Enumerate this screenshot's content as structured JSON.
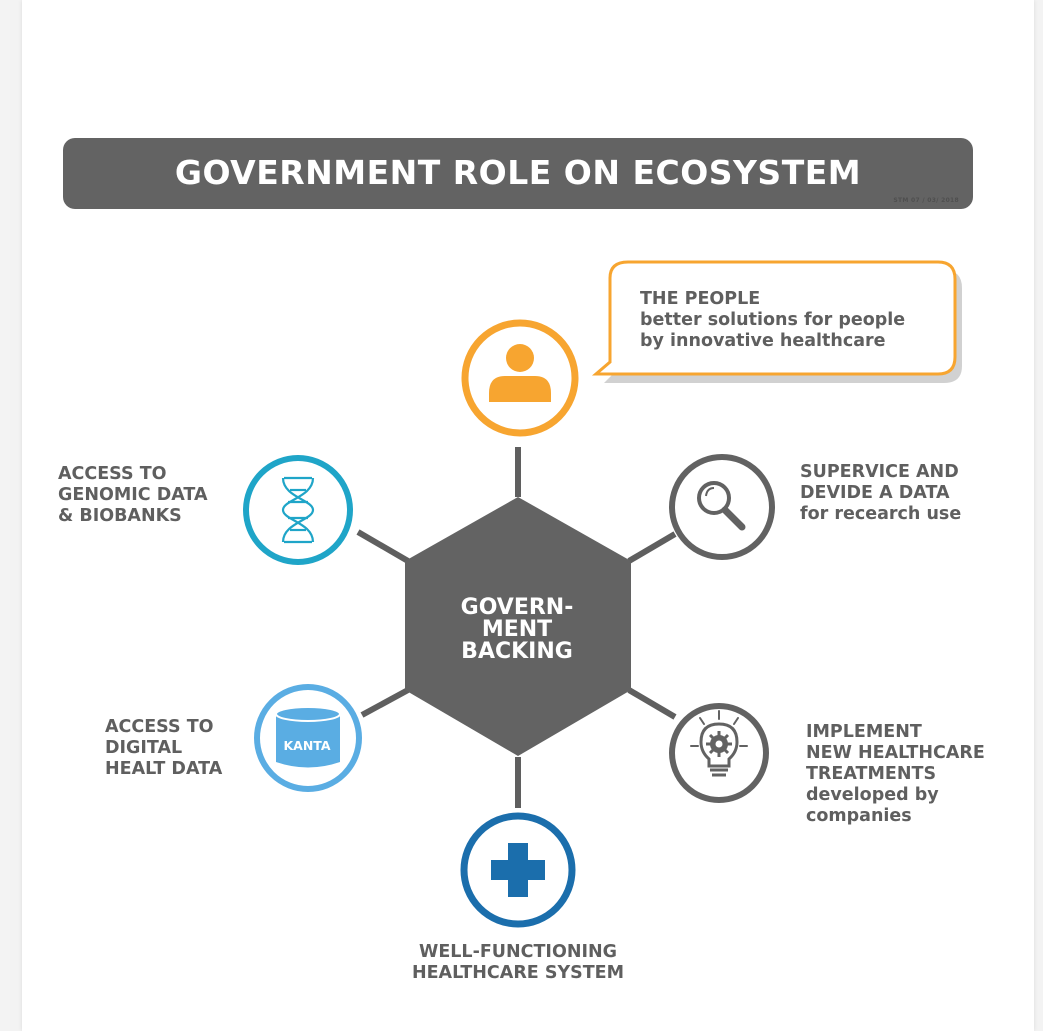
{
  "header": {
    "title": "GOVERNMENT ROLE ON ECOSYSTEM",
    "note": "STM 07 / 03/ 2018"
  },
  "center": {
    "lines": [
      "GOVERN-",
      "MENT",
      "BACKING"
    ]
  },
  "nodes": {
    "people": {
      "lines": [
        "THE PEOPLE",
        "better solutions for people",
        "by innovative healthcare"
      ],
      "icon": "person-icon",
      "color": "#f7a530"
    },
    "supervise": {
      "lines": [
        "SUPERVICE AND",
        "DEVIDE A DATA",
        "for recearch use"
      ],
      "icon": "magnifier-icon",
      "color": "#626262"
    },
    "implement": {
      "lines": [
        "IMPLEMENT",
        "NEW HEALTHCARE",
        "TREATMENTS",
        "developed by",
        "companies"
      ],
      "icon": "lightbulb-gear-icon",
      "color": "#626262"
    },
    "healthcare": {
      "lines": [
        "WELL-FUNCTIONING",
        "HEALTHCARE SYSTEM"
      ],
      "icon": "medical-cross-icon",
      "color": "#1b6eac"
    },
    "digital": {
      "lines": [
        "ACCESS TO",
        "DIGITAL",
        "HEALT DATA"
      ],
      "icon": "database-icon",
      "icon_text": "KANTA",
      "color": "#5aade3"
    },
    "genomic": {
      "lines": [
        "ACCESS TO",
        "GENOMIC DATA",
        "& BIOBANKS"
      ],
      "icon": "dna-icon",
      "color": "#1fa5c8"
    }
  },
  "colors": {
    "banner": "#636363",
    "hexagon": "#636363",
    "connector": "#5f5f5f",
    "text": "#5f5f5f"
  }
}
